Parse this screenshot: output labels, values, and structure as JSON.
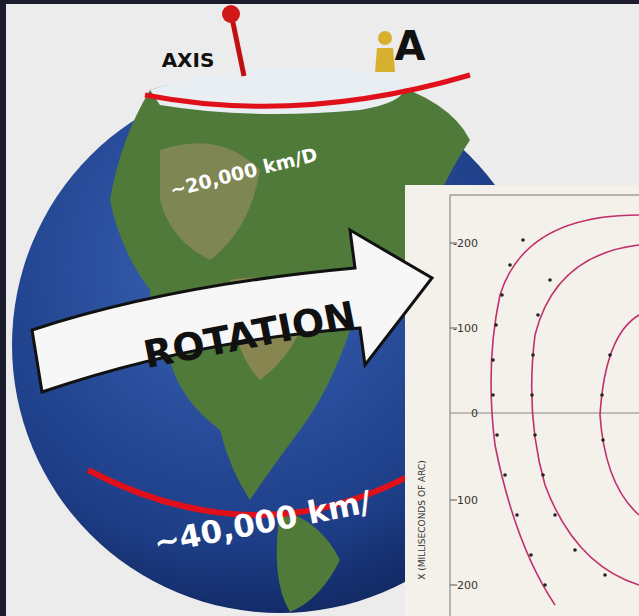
{
  "diagram": {
    "nodes": [
      {
        "text": [
          "ROTATION"
        ]
      }
    ],
    "labels": [
      "AXIS",
      "A",
      "~20,000 km/D",
      "~40,000 km/",
      "-200",
      "-100",
      "0",
      "100",
      "200",
      "X (MILLISECONDS OF ARC)"
    ]
  }
}
